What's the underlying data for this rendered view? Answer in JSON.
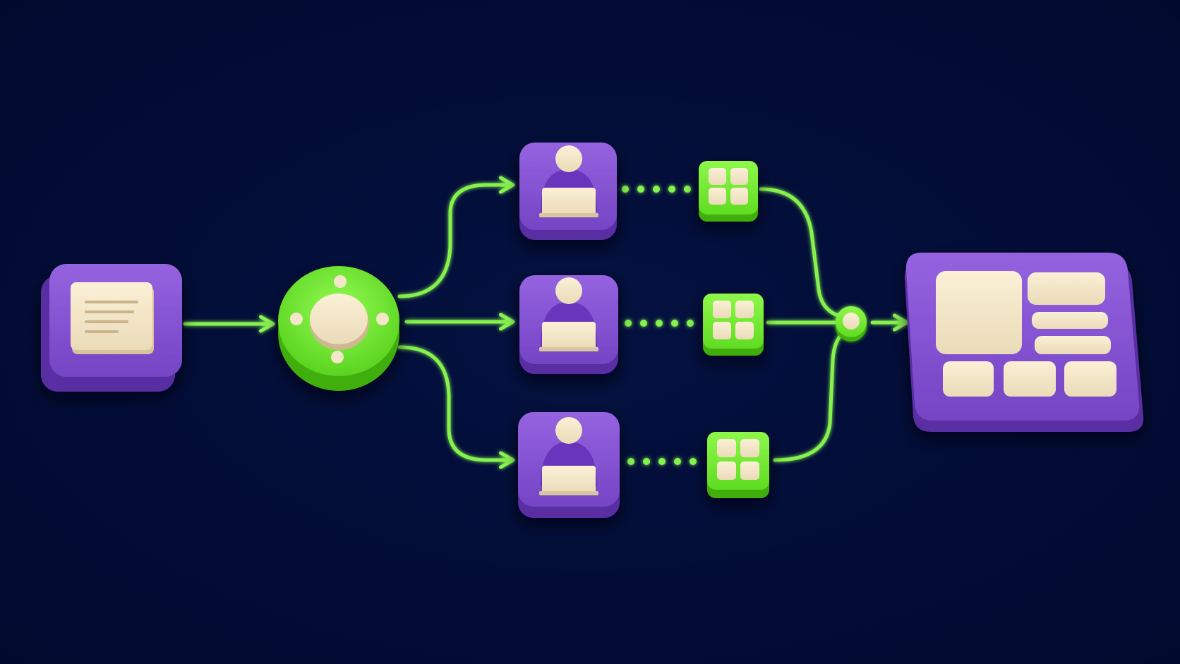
{
  "diagram": {
    "colors": {
      "background": "#020c38",
      "purple": "#7e4bd0",
      "purple_dark": "#5a2fa3",
      "purple_light": "#9b6ae6",
      "green": "#71f02e",
      "green_dark": "#45b816",
      "cream": "#f4e6c8",
      "cream_dark": "#d8c6a2",
      "line": "#8af553"
    },
    "nodes": [
      {
        "id": "document",
        "kind": "document-card",
        "icon": "document-icon"
      },
      {
        "id": "router",
        "kind": "hub-disc",
        "icon": "router-hub-icon"
      },
      {
        "id": "worker-top",
        "kind": "worker",
        "icon": "person-laptop-icon"
      },
      {
        "id": "worker-middle",
        "kind": "worker",
        "icon": "person-laptop-icon"
      },
      {
        "id": "worker-bottom",
        "kind": "worker",
        "icon": "person-laptop-icon"
      },
      {
        "id": "result-top",
        "kind": "grid-block",
        "icon": "grid-icon"
      },
      {
        "id": "result-middle",
        "kind": "grid-block",
        "icon": "grid-icon"
      },
      {
        "id": "result-bottom",
        "kind": "grid-block",
        "icon": "grid-icon"
      },
      {
        "id": "merge",
        "kind": "merge-node",
        "icon": "merge-node-icon"
      },
      {
        "id": "dashboard",
        "kind": "dashboard-panel",
        "icon": "dashboard-icon"
      }
    ],
    "edges": [
      {
        "from": "document",
        "to": "router",
        "style": "arrow"
      },
      {
        "from": "router",
        "to": "worker-top",
        "style": "arrow"
      },
      {
        "from": "router",
        "to": "worker-middle",
        "style": "arrow"
      },
      {
        "from": "router",
        "to": "worker-bottom",
        "style": "arrow"
      },
      {
        "from": "worker-top",
        "to": "result-top",
        "style": "dotted"
      },
      {
        "from": "worker-middle",
        "to": "result-middle",
        "style": "dotted"
      },
      {
        "from": "worker-bottom",
        "to": "result-bottom",
        "style": "dotted"
      },
      {
        "from": "result-top",
        "to": "merge",
        "style": "line"
      },
      {
        "from": "result-middle",
        "to": "merge",
        "style": "line"
      },
      {
        "from": "result-bottom",
        "to": "merge",
        "style": "line"
      },
      {
        "from": "merge",
        "to": "dashboard",
        "style": "arrow"
      }
    ]
  }
}
